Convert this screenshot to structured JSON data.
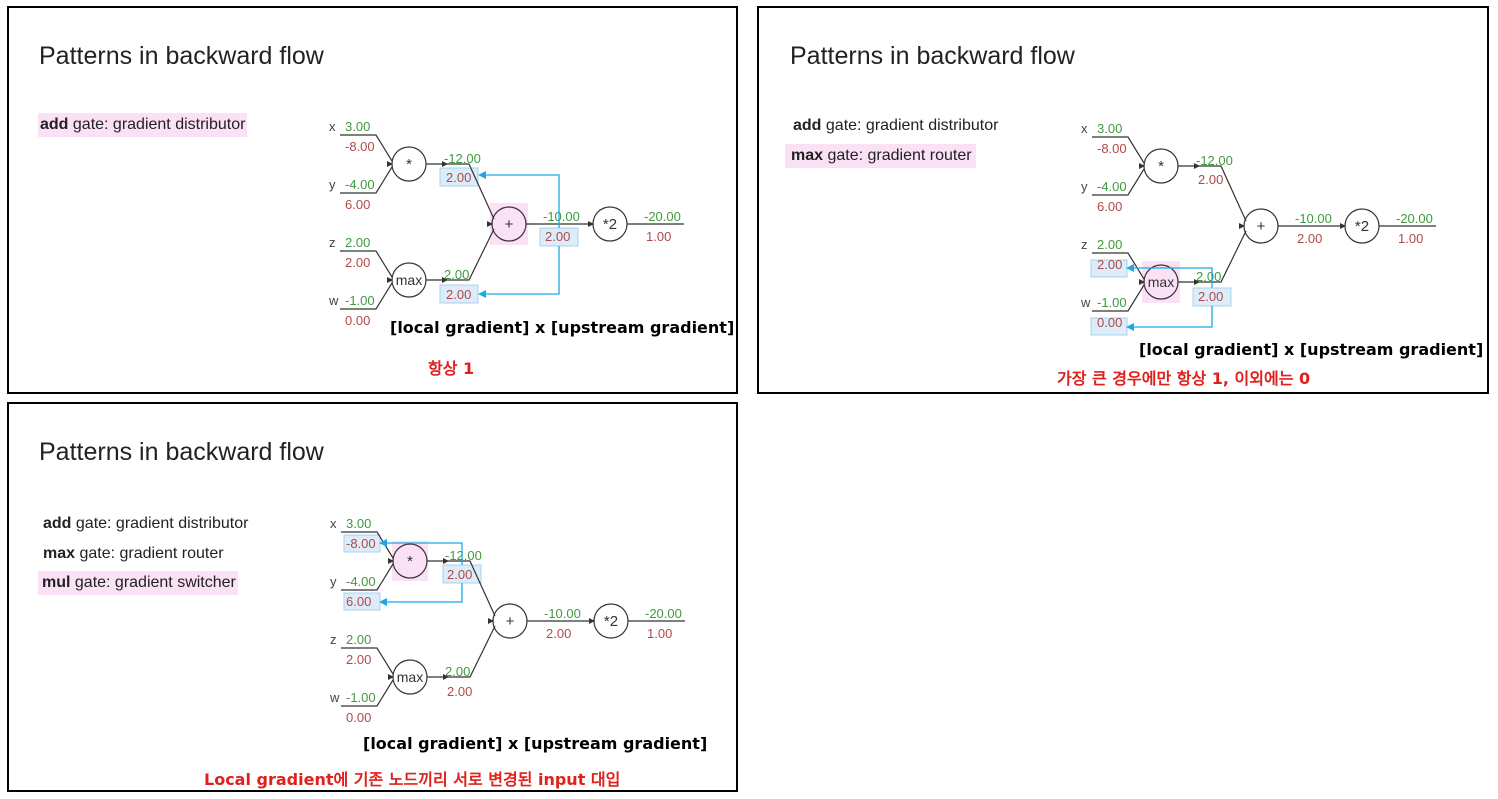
{
  "colors": {
    "forward": "#3f9a3f",
    "backward": "#b04a4a",
    "highlight_pink": "#fbe1f6",
    "highlight_blue": "#dcecf8",
    "arrow_blue": "#1ea7e6",
    "note_red": "#e0201b"
  },
  "panels": [
    {
      "title": "Patterns in backward flow",
      "gates": [
        {
          "bold": "add",
          "rest": " gate: gradient distributor",
          "highlight": true
        }
      ],
      "caption": "[local gradient] x [upstream gradient]",
      "note": "항상 1",
      "highlight": "add",
      "graph": {
        "x": {
          "label": "x",
          "fwd": "3.00",
          "grad": "-8.00"
        },
        "y": {
          "label": "y",
          "fwd": "-4.00",
          "grad": "6.00"
        },
        "z": {
          "label": "z",
          "fwd": "2.00",
          "grad": "2.00"
        },
        "w": {
          "label": "w",
          "fwd": "-1.00",
          "grad": "0.00"
        },
        "mul": {
          "symbol": "*",
          "fwd": "-12.00",
          "grad": "2.00"
        },
        "max": {
          "symbol": "max",
          "fwd": "2.00",
          "grad": "2.00"
        },
        "add": {
          "symbol": "+",
          "fwd": "-10.00",
          "grad": "2.00"
        },
        "scale": {
          "symbol": "*2",
          "fwd": "-20.00",
          "grad": "1.00"
        }
      }
    },
    {
      "title": "Patterns in backward flow",
      "gates": [
        {
          "bold": "add",
          "rest": " gate: gradient distributor",
          "highlight": false
        },
        {
          "bold": "max",
          "rest": " gate: gradient router",
          "highlight": true
        }
      ],
      "caption": "[local gradient] x [upstream gradient]",
      "note": "가장 큰 경우에만 항상 1, 이외에는 0",
      "highlight": "max",
      "graph": {
        "x": {
          "label": "x",
          "fwd": "3.00",
          "grad": "-8.00"
        },
        "y": {
          "label": "y",
          "fwd": "-4.00",
          "grad": "6.00"
        },
        "z": {
          "label": "z",
          "fwd": "2.00",
          "grad": "2.00"
        },
        "w": {
          "label": "w",
          "fwd": "-1.00",
          "grad": "0.00"
        },
        "mul": {
          "symbol": "*",
          "fwd": "-12.00",
          "grad": "2.00"
        },
        "max": {
          "symbol": "max",
          "fwd": "2.00",
          "grad": "2.00"
        },
        "add": {
          "symbol": "+",
          "fwd": "-10.00",
          "grad": "2.00"
        },
        "scale": {
          "symbol": "*2",
          "fwd": "-20.00",
          "grad": "1.00"
        }
      }
    },
    {
      "title": "Patterns in backward flow",
      "gates": [
        {
          "bold": "add",
          "rest": " gate: gradient distributor",
          "highlight": false
        },
        {
          "bold": "max",
          "rest": " gate: gradient router",
          "highlight": false
        },
        {
          "bold": "mul",
          "rest": " gate: gradient switcher",
          "highlight": true
        }
      ],
      "caption": "[local gradient] x [upstream gradient]",
      "note": "Local gradient에 기존 노드끼리 서로 변경된 input 대입",
      "highlight": "mul",
      "graph": {
        "x": {
          "label": "x",
          "fwd": "3.00",
          "grad": "-8.00"
        },
        "y": {
          "label": "y",
          "fwd": "-4.00",
          "grad": "6.00"
        },
        "z": {
          "label": "z",
          "fwd": "2.00",
          "grad": "2.00"
        },
        "w": {
          "label": "w",
          "fwd": "-1.00",
          "grad": "0.00"
        },
        "mul": {
          "symbol": "*",
          "fwd": "-12.00",
          "grad": "2.00"
        },
        "max": {
          "symbol": "max",
          "fwd": "2.00",
          "grad": "2.00"
        },
        "add": {
          "symbol": "+",
          "fwd": "-10.00",
          "grad": "2.00"
        },
        "scale": {
          "symbol": "*2",
          "fwd": "-20.00",
          "grad": "1.00"
        }
      }
    }
  ]
}
